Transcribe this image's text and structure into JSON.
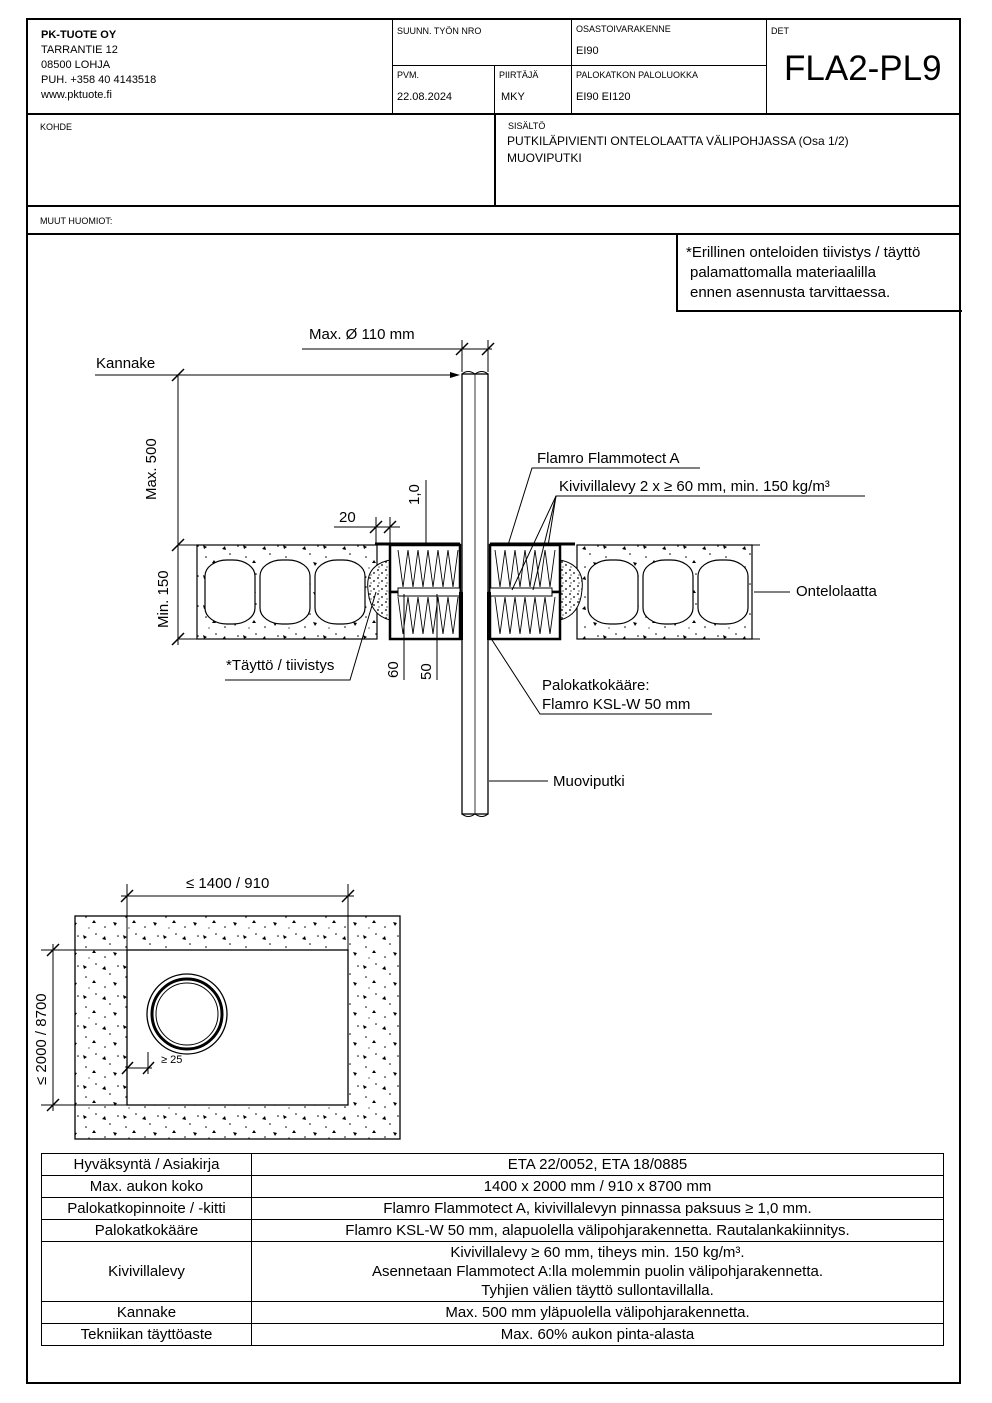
{
  "company": {
    "name": "PK-TUOTE OY",
    "address": "TARRANTIE 12",
    "city": "08500 LOHJA",
    "phone": "PUH. +358 40 4143518",
    "web": "www.pktuote.fi"
  },
  "header": {
    "job_no_label": "SUUNN. TYÖN NRO",
    "job_no_value": "",
    "section_label": "OSASTOIVARAKENNE",
    "section_value": "EI90",
    "det_label": "DET",
    "det_value": "FLA2-PL9",
    "date_label": "PVM.",
    "date_value": "22.08.2024",
    "drawer_label": "PIIRTÄJÄ",
    "drawer_value": "MKY",
    "fireclass_label": "PALOKATKON PALOLUOKKA",
    "fireclass_value": "EI90 EI120",
    "target_label": "KOHDE",
    "target_value": "",
    "content_label": "SISÄLTÖ",
    "content_line1": "PUTKILÄPIVIENTI ONTELOLAATTA VÄLIPOHJASSA (Osa 1/2)",
    "content_line2": "MUOVIPUTKI",
    "notes_label": "MUUT HUOMIOT:"
  },
  "note": {
    "line1": "*Erillinen onteloiden tiivistys / täyttö",
    "line2": "palamattomalla materiaalilla",
    "line3": "ennen asennusta tarvittaessa."
  },
  "section_drawing": {
    "max_diameter": "Max. Ø 110 mm",
    "bracket": "Kannake",
    "max500": "Max. 500",
    "min150": "Min. 150",
    "dim20": "20",
    "dim10": "1,0",
    "dim60": "60",
    "dim50": "50",
    "coating": "Flamro Flammotect A",
    "wool": "Kivivillalevy 2 x ≥ 60 mm, min. 150 kg/m³",
    "slab": "Ontelolaatta",
    "fill": "*Täyttö / tiivistys",
    "collar1": "Palokatkokääre:",
    "collar2": "Flamro KSL-W 50 mm",
    "pipe": "Muoviputki"
  },
  "plan_drawing": {
    "width": "≤ 1400 / 910",
    "height": "≤ 2000 / 8700",
    "gap": "≥ 25"
  },
  "spec_table": [
    {
      "key": "Hyväksyntä / Asiakirja",
      "value": [
        "ETA 22/0052, ETA 18/0885"
      ]
    },
    {
      "key": "Max. aukon koko",
      "value": [
        "1400 x 2000 mm / 910 x 8700 mm"
      ]
    },
    {
      "key": "Palokatkopinnoite / -kitti",
      "value": [
        "Flamro Flammotect A, kivivillalevyn pinnassa paksuus ≥ 1,0 mm."
      ]
    },
    {
      "key": "Palokatkokääre",
      "value": [
        "Flamro KSL-W 50 mm, alapuolella välipohjarakennetta. Rautalankakiinnitys."
      ]
    },
    {
      "key": "Kivivillalevy",
      "value": [
        "Kivivillalevy ≥ 60 mm, tiheys min. 150 kg/m³.",
        "Asennetaan Flammotect A:lla molemmin puolin välipohjarakennetta.",
        "Tyhjien välien täyttö sullontavillalla."
      ]
    },
    {
      "key": "Kannake",
      "value": [
        "Max. 500 mm yläpuolella välipohjarakennetta."
      ]
    },
    {
      "key": "Tekniikan täyttöaste",
      "value": [
        "Max. 60% aukon pinta-alasta"
      ]
    }
  ]
}
